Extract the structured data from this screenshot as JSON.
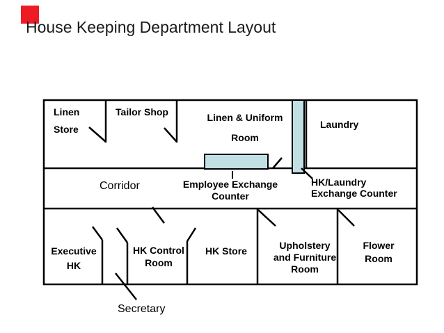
{
  "slide": {
    "title": "House Keeping Department Layout",
    "accent_square_color": "#ed1c24",
    "counter_fill_color": "#c0e0e4",
    "wall_color": "#000000"
  },
  "floorplan": {
    "top_row": {
      "linen_store_line1": "Linen",
      "linen_store_line2": "Store",
      "tailor_shop": "Tailor Shop",
      "linen_uniform_line1": "Linen & Uniform",
      "linen_uniform_line2": "Room",
      "laundry": "Laundry"
    },
    "corridor_row": {
      "corridor": "Corridor",
      "employee_exchange_line1": "Employee Exchange",
      "employee_exchange_line2": "Counter",
      "hk_laundry_line1": "HK/Laundry",
      "hk_laundry_line2": "Exchange Counter"
    },
    "bottom_row": {
      "executive_line1": "Executive",
      "executive_line2": "HK",
      "hk_control_line1": "HK Control",
      "hk_control_line2": "Room",
      "hk_store": "HK Store",
      "upholstery_line1": "Upholstery",
      "upholstery_line2": "and Furniture",
      "upholstery_line3": "Room",
      "flower_line1": "Flower",
      "flower_line2": "Room"
    },
    "outside": {
      "secretary": "Secretary"
    }
  }
}
